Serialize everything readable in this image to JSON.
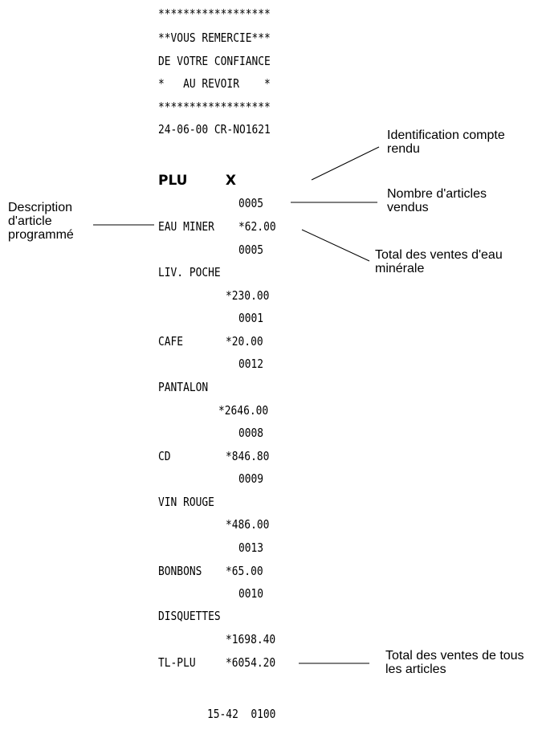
{
  "receipt": {
    "header_lines": [
      "******************",
      "**VOUS REMERCIE***",
      "DE VOTRE CONFIANCE",
      "*   AU REVOIR    *",
      "******************",
      "24-06-00 CR-NO1621"
    ],
    "report_title": "PLU        X",
    "items": [
      {
        "count": "0005",
        "name": "EAU MINER",
        "total": "*62.00"
      },
      {
        "count": "0005",
        "name": "LIV. POCHE",
        "total": "*230.00"
      },
      {
        "count": "0001",
        "name": "CAFE",
        "total": "*20.00"
      },
      {
        "count": "0012",
        "name": "PANTALON",
        "total": "*2646.00"
      },
      {
        "count": "0008",
        "name": "CD",
        "total": "*846.80"
      },
      {
        "count": "0009",
        "name": "VIN ROUGE",
        "total": "*486.00"
      },
      {
        "count": "0013",
        "name": "BONBONS",
        "total": "*65.00"
      },
      {
        "count": "0010",
        "name": "DISQUETTES",
        "total": "*1698.40"
      }
    ],
    "grand_total_label": "TL-PLU",
    "grand_total": "*6054.20",
    "footer": "15-42  0100"
  },
  "callouts": {
    "report_id": "Identification compte rendu",
    "items_count": "Nombre d'articles vendus",
    "item_description": "Description d'article programmé",
    "item_total": "Total des ventes d'eau minérale",
    "grand_total": "Total des ventes de tous les articles"
  }
}
